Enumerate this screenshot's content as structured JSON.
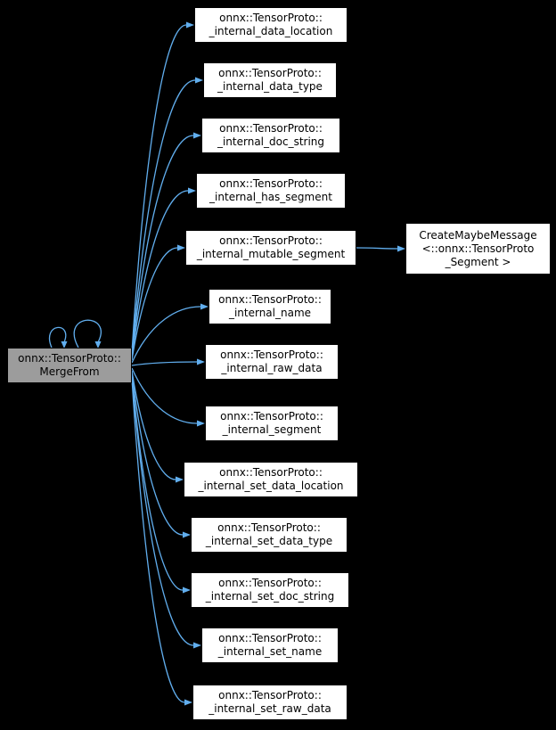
{
  "colors": {
    "background": "#000000",
    "node_fill": "#ffffff",
    "node_border": "#000000",
    "node_text": "#000000",
    "highlight_fill": "#9c9c9c",
    "edge": "#61aeee"
  },
  "nodes": {
    "mergefrom": {
      "line1": "onnx::TensorProto::",
      "line2": "MergeFrom"
    },
    "data_location": {
      "line1": "onnx::TensorProto::",
      "line2": "_internal_data_location"
    },
    "data_type": {
      "line1": "onnx::TensorProto::",
      "line2": "_internal_data_type"
    },
    "doc_string": {
      "line1": "onnx::TensorProto::",
      "line2": "_internal_doc_string"
    },
    "has_segment": {
      "line1": "onnx::TensorProto::",
      "line2": "_internal_has_segment"
    },
    "mutable_segment": {
      "line1": "onnx::TensorProto::",
      "line2": "_internal_mutable_segment"
    },
    "name": {
      "line1": "onnx::TensorProto::",
      "line2": "_internal_name"
    },
    "raw_data": {
      "line1": "onnx::TensorProto::",
      "line2": "_internal_raw_data"
    },
    "segment": {
      "line1": "onnx::TensorProto::",
      "line2": "_internal_segment"
    },
    "set_data_location": {
      "line1": "onnx::TensorProto::",
      "line2": "_internal_set_data_location"
    },
    "set_data_type": {
      "line1": "onnx::TensorProto::",
      "line2": "_internal_set_data_type"
    },
    "set_doc_string": {
      "line1": "onnx::TensorProto::",
      "line2": "_internal_set_doc_string"
    },
    "set_name": {
      "line1": "onnx::TensorProto::",
      "line2": "_internal_set_name"
    },
    "set_raw_data": {
      "line1": "onnx::TensorProto::",
      "line2": "_internal_set_raw_data"
    },
    "create_maybe_message": {
      "line1": "CreateMaybeMessage",
      "line2": "<::onnx::TensorProto",
      "line3": "_Segment >"
    }
  },
  "edges": [
    {
      "from": "mergefrom",
      "to": "mergefrom"
    },
    {
      "from": "mergefrom",
      "to": "mergefrom"
    },
    {
      "from": "mergefrom",
      "to": "data_location"
    },
    {
      "from": "mergefrom",
      "to": "data_type"
    },
    {
      "from": "mergefrom",
      "to": "doc_string"
    },
    {
      "from": "mergefrom",
      "to": "has_segment"
    },
    {
      "from": "mergefrom",
      "to": "mutable_segment"
    },
    {
      "from": "mergefrom",
      "to": "name"
    },
    {
      "from": "mergefrom",
      "to": "raw_data"
    },
    {
      "from": "mergefrom",
      "to": "segment"
    },
    {
      "from": "mergefrom",
      "to": "set_data_location"
    },
    {
      "from": "mergefrom",
      "to": "set_data_type"
    },
    {
      "from": "mergefrom",
      "to": "set_doc_string"
    },
    {
      "from": "mergefrom",
      "to": "set_name"
    },
    {
      "from": "mergefrom",
      "to": "set_raw_data"
    },
    {
      "from": "mutable_segment",
      "to": "create_maybe_message"
    }
  ]
}
